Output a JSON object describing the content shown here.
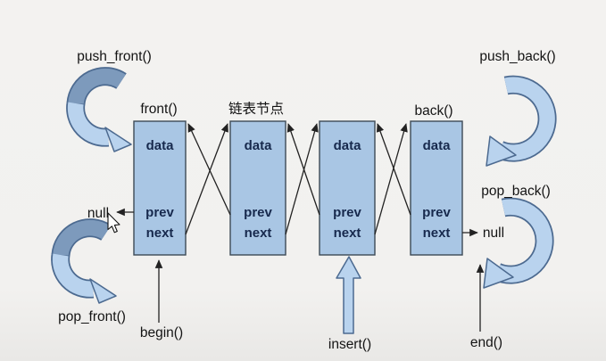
{
  "colors": {
    "background": "#f1f0ee",
    "node_fill": "#a9c6e4",
    "node_border": "#3d4a56",
    "node_text": "#17294d",
    "label_text": "#141414",
    "line": "#222222",
    "arrow_fill": "#b9d3ee",
    "arrow_fill_dark": "#7d9abc",
    "arrow_outline": "#4c6a90"
  },
  "labels": {
    "push_front": "push_front()",
    "push_back": "push_back()",
    "pop_front": "pop_front()",
    "pop_back": "pop_back()",
    "front": "front()",
    "back": "back()",
    "node_caption": "链表节点",
    "begin": "begin()",
    "end": "end()",
    "insert": "insert()",
    "null_front": "null",
    "null_back": "null"
  },
  "nodes": [
    {
      "data": "data",
      "prev": "prev",
      "next": "next"
    },
    {
      "data": "data",
      "prev": "prev",
      "next": "next"
    },
    {
      "data": "data",
      "prev": "prev",
      "next": "next"
    },
    {
      "data": "data",
      "prev": "prev",
      "next": "next"
    }
  ]
}
